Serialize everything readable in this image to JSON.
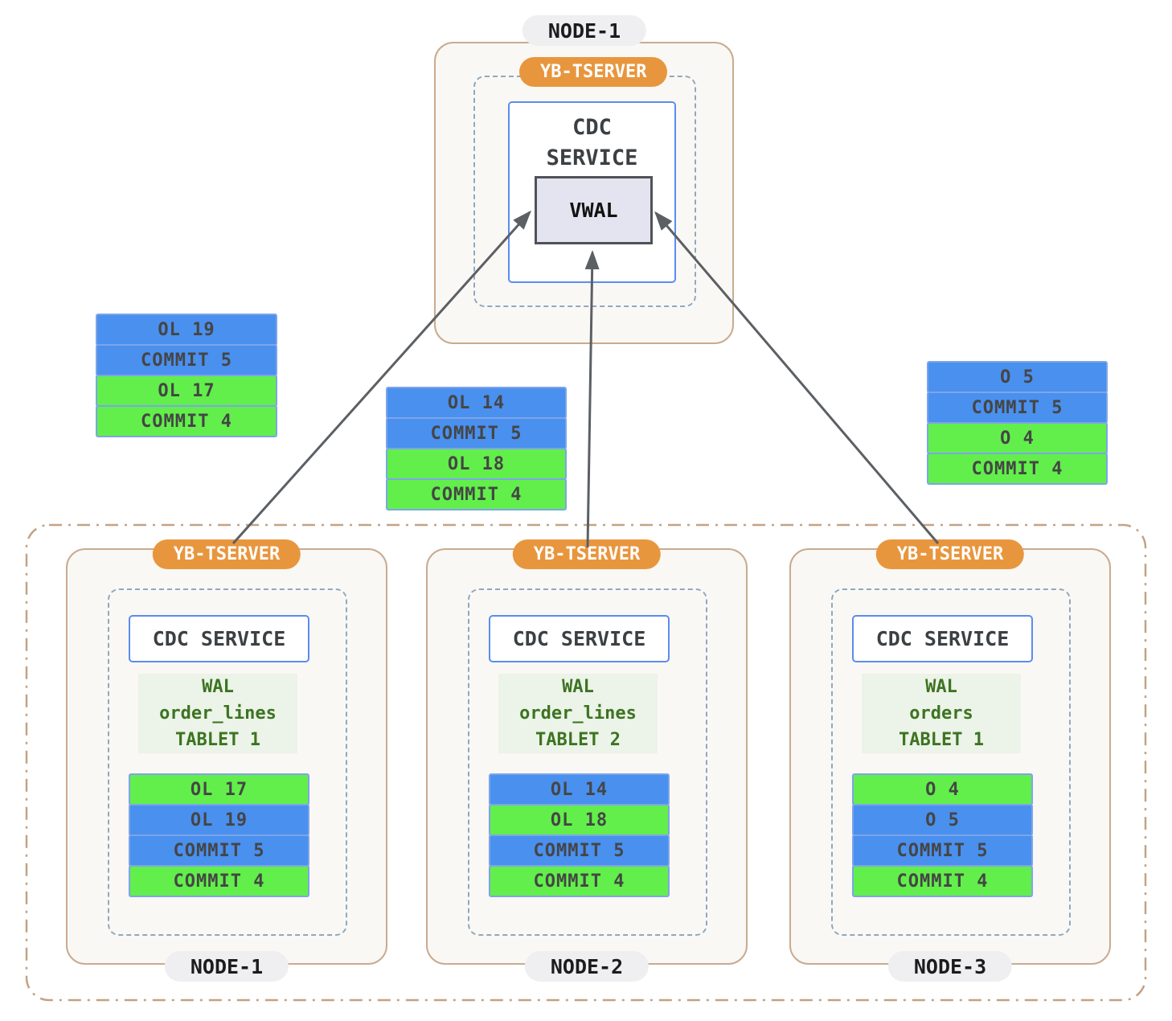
{
  "colors": {
    "record_blue": "#4a90ee",
    "record_green": "#62ef4b",
    "record_border": "#7da4ea",
    "tserver_orange": "#e8963e",
    "node_border_tan": "#c9ab90",
    "node_bg_cream": "#faf8f4",
    "dashed_border": "#8fa9be",
    "cdc_border_blue": "#5b8def",
    "wal_bg_green": "#ecf3e8",
    "wal_text_green": "#3c7421",
    "vwal_bg": "#e4e4f0",
    "arrow_gray": "#5c6065",
    "label_pill_gray": "#efeff1"
  },
  "top_node": {
    "label": "NODE-1",
    "tserver_label": "YB-TSERVER",
    "cdc_service_label": "CDC\nSERVICE",
    "vwal_label": "VWAL"
  },
  "floating_stacks": {
    "left": {
      "records": [
        {
          "text": "OL 19",
          "color": "blue"
        },
        {
          "text": "COMMIT 5",
          "color": "blue"
        },
        {
          "text": "OL 17",
          "color": "green"
        },
        {
          "text": "COMMIT 4",
          "color": "green"
        }
      ]
    },
    "middle": {
      "records": [
        {
          "text": "OL 14",
          "color": "blue"
        },
        {
          "text": "COMMIT 5",
          "color": "blue"
        },
        {
          "text": "OL 18",
          "color": "green"
        },
        {
          "text": "COMMIT 4",
          "color": "green"
        }
      ]
    },
    "right": {
      "records": [
        {
          "text": "O 5",
          "color": "blue"
        },
        {
          "text": "COMMIT 5",
          "color": "blue"
        },
        {
          "text": "O 4",
          "color": "green"
        },
        {
          "text": "COMMIT 4",
          "color": "green"
        }
      ]
    }
  },
  "cluster": {
    "nodes": [
      {
        "label": "NODE-1",
        "tserver_label": "YB-TSERVER",
        "cdc_service_label": "CDC SERVICE",
        "wal_label": "WAL\norder_lines\nTABLET 1",
        "records": [
          {
            "text": "OL 17",
            "color": "green"
          },
          {
            "text": "OL 19",
            "color": "blue"
          },
          {
            "text": "COMMIT 5",
            "color": "blue"
          },
          {
            "text": "COMMIT 4",
            "color": "green"
          }
        ]
      },
      {
        "label": "NODE-2",
        "tserver_label": "YB-TSERVER",
        "cdc_service_label": "CDC SERVICE",
        "wal_label": "WAL\norder_lines\nTABLET 2",
        "records": [
          {
            "text": "OL 14",
            "color": "blue"
          },
          {
            "text": "OL 18",
            "color": "green"
          },
          {
            "text": "COMMIT 5",
            "color": "blue"
          },
          {
            "text": "COMMIT 4",
            "color": "green"
          }
        ]
      },
      {
        "label": "NODE-3",
        "tserver_label": "YB-TSERVER",
        "cdc_service_label": "CDC SERVICE",
        "wal_label": "WAL\norders\nTABLET 1",
        "records": [
          {
            "text": "O 4",
            "color": "green"
          },
          {
            "text": "O 5",
            "color": "blue"
          },
          {
            "text": "COMMIT 5",
            "color": "blue"
          },
          {
            "text": "COMMIT 4",
            "color": "green"
          }
        ]
      }
    ]
  }
}
